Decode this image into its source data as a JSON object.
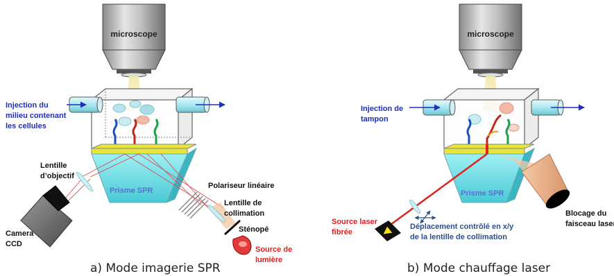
{
  "panel_a": {
    "microscope": "microscope",
    "injection": [
      "Injection du",
      "milieu contenant",
      "les cellules"
    ],
    "lentille_objectif": [
      "Lentille",
      "d’objectif"
    ],
    "prisme": "Prisme SPR",
    "camera": [
      "Camera",
      "CCD"
    ],
    "polariseur": "Polariseur linéaire",
    "lentille_collimation": [
      "Lentille de",
      "collimation"
    ],
    "stenope": "Sténopé",
    "source": [
      "Source de",
      "lumière"
    ],
    "caption": "a) Mode imagerie SPR"
  },
  "panel_b": {
    "microscope": "microscope",
    "injection": [
      "Injection de",
      "tampon"
    ],
    "prisme": "Prisme SPR",
    "source_laser": [
      "Source laser",
      "fibrée"
    ],
    "deplacement": [
      "Déplacement contrôlé en x/y",
      "de la lentille de collimation"
    ],
    "blocage": [
      "Blocage du",
      "faisceau laser"
    ],
    "caption": "b) Mode chauffage laser"
  },
  "colors": {
    "blue_label": "#1f2fb8",
    "red_label": "#e0201b",
    "navy_label": "#2b4f8a",
    "gold_layer": "#e8e63a",
    "prism": "#7fe0e8"
  }
}
